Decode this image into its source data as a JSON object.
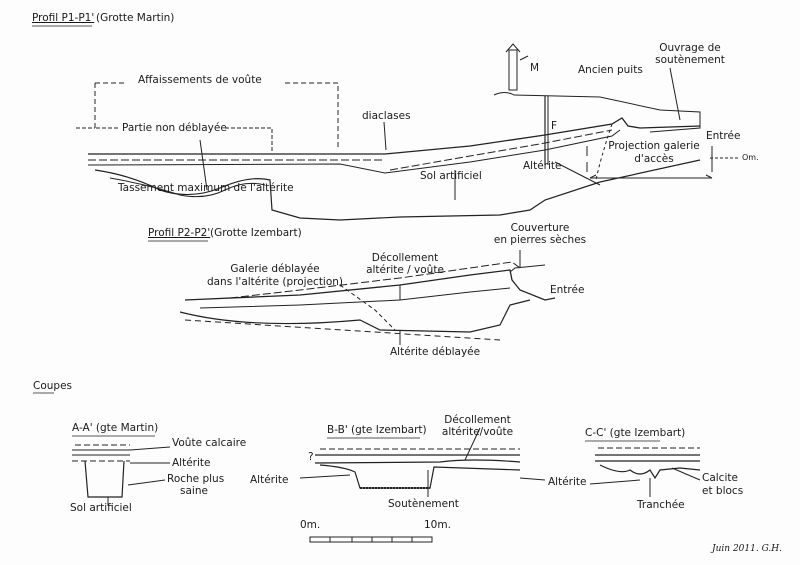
{
  "profile1": {
    "title": "Profil P1-P1'",
    "subtitle": "(Grotte Martin)",
    "labels": {
      "affaissements": "Affaissements de voûte",
      "non_deblayee": "Partie non déblayée",
      "diaclases": "diaclases",
      "m": "M",
      "f": "F",
      "ancien_puits": "Ancien puits",
      "ouvrage_1": "Ouvrage de",
      "ouvrage_2": "soutènement",
      "entree": "Entrée",
      "om": "Om.",
      "projection_1": "Projection galerie",
      "projection_2": "d'accès",
      "alterite": "Altérite",
      "sol": "Sol artificiel",
      "tassement": "Tassement maximum de l'altérite"
    }
  },
  "profile2": {
    "title": "Profil P2-P2'",
    "subtitle": "(Grotte Izembart)",
    "labels": {
      "couverture_1": "Couverture",
      "couverture_2": "en pierres sèches",
      "decollement_1": "Décollement",
      "decollement_2": "altérite / voûte",
      "galerie_1": "Galerie déblayée",
      "galerie_2": "dans l'altérite (projection)",
      "entree": "Entrée",
      "alterite_deblayee": "Altérite déblayée"
    }
  },
  "coupes": {
    "title": "Coupes",
    "aa": {
      "title": "A-A' (gte Martin)",
      "voute": "Voûte calcaire",
      "alterite": "Altérite",
      "roche_1": "Roche plus",
      "roche_2": "saine",
      "sol": "Sol artificiel"
    },
    "bb": {
      "title": "B-B' (gte Izembart)",
      "decollement_1": "Décollement",
      "decollement_2": "altérite/voûte",
      "question": "?",
      "alterite_left": "Altérite",
      "soutenement": "Soutènement",
      "alterite_right": "Altérite"
    },
    "cc": {
      "title": "C-C' (gte Izembart)",
      "calcite_1": "Calcite",
      "calcite_2": "et blocs",
      "tranchee": "Tranchée"
    }
  },
  "scale": {
    "start": "0m.",
    "end": "10m."
  },
  "signature": "Juin 2011. G.H."
}
